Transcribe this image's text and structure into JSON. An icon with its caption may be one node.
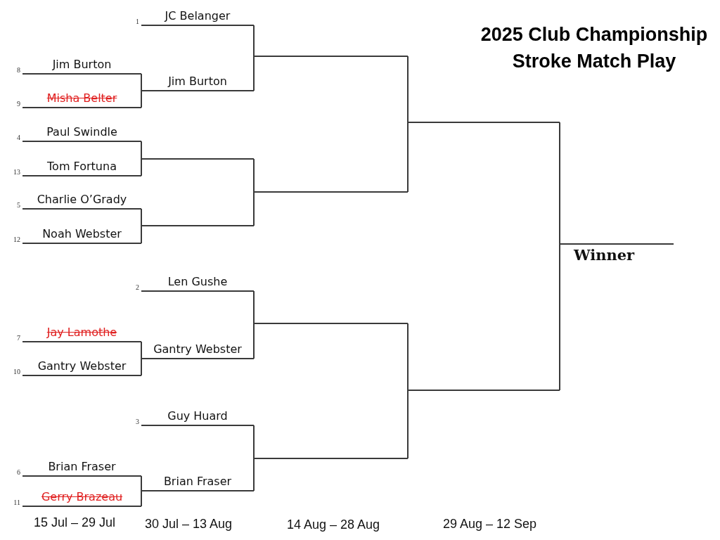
{
  "diagram": {
    "title": "2025 Club Championship Stroke Match Play",
    "nodes": [
      {
        "text": [
          "Jim Burton"
        ],
        "beside": [
          "8"
        ]
      },
      {
        "text": [
          "Misha Belter"
        ],
        "beside": [
          "9"
        ]
      },
      {
        "text": [
          "Paul Swindle"
        ],
        "beside": [
          "4"
        ]
      },
      {
        "text": [
          "Tom Fortuna"
        ],
        "beside": [
          "13"
        ]
      },
      {
        "text": [
          "Charlie O’Grady"
        ],
        "beside": [
          "5"
        ]
      },
      {
        "text": [
          "Noah Webster"
        ],
        "beside": [
          "12"
        ]
      },
      {
        "text": [
          "Jay Lamothe"
        ],
        "beside": [
          "7"
        ]
      },
      {
        "text": [
          "Gantry Webster"
        ],
        "beside": [
          "10"
        ]
      },
      {
        "text": [
          "Brian Fraser"
        ],
        "beside": [
          "6"
        ]
      },
      {
        "text": [
          "Gerry Brazeau"
        ],
        "beside": [
          "11"
        ]
      },
      {
        "text": [
          "JC Belanger"
        ],
        "beside": [
          "1"
        ]
      },
      {
        "text": [
          "Jim Burton"
        ]
      },
      {
        "text": [],
        "shape": "line"
      },
      {
        "text": [],
        "shape": "line"
      },
      {
        "text": [
          "Len Gushe"
        ],
        "beside": [
          "2"
        ]
      },
      {
        "text": [
          "Gantry Webster"
        ]
      },
      {
        "text": [
          "Guy Huard"
        ],
        "beside": [
          "3"
        ]
      },
      {
        "text": [
          "Brian Fraser"
        ]
      },
      {
        "text": [],
        "shape": "line"
      },
      {
        "text": [],
        "shape": "line"
      },
      {
        "text": [],
        "shape": "line"
      },
      {
        "text": [],
        "shape": "line"
      },
      {
        "text": [],
        "shape": "line"
      },
      {
        "text": [],
        "shape": "line"
      },
      {
        "text": [
          "Winner"
        ]
      }
    ],
    "edges": [
      {
        "from": 0,
        "to": 11,
        "arrow": "none"
      },
      {
        "from": 1,
        "to": 11,
        "arrow": "none"
      },
      {
        "from": 2,
        "to": 12,
        "arrow": "none"
      },
      {
        "from": 3,
        "to": 12,
        "arrow": "none"
      },
      {
        "from": 4,
        "to": 13,
        "arrow": "none"
      },
      {
        "from": 5,
        "to": 13,
        "arrow": "none"
      },
      {
        "from": 6,
        "to": 15,
        "arrow": "none"
      },
      {
        "from": 7,
        "to": 15,
        "arrow": "none"
      },
      {
        "from": 8,
        "to": 17,
        "arrow": "none"
      },
      {
        "from": 9,
        "to": 17,
        "arrow": "none"
      },
      {
        "from": 10,
        "to": 18,
        "arrow": "none"
      },
      {
        "from": 11,
        "to": 18,
        "arrow": "none"
      },
      {
        "from": 12,
        "to": 19,
        "arrow": "none"
      },
      {
        "from": 13,
        "to": 19,
        "arrow": "none"
      },
      {
        "from": 14,
        "to": 20,
        "arrow": "none"
      },
      {
        "from": 15,
        "to": 20,
        "arrow": "none"
      },
      {
        "from": 16,
        "to": 21,
        "arrow": "none"
      },
      {
        "from": 17,
        "to": 21,
        "arrow": "none"
      },
      {
        "from": 18,
        "to": 22,
        "arrow": "none"
      },
      {
        "from": 19,
        "to": 22,
        "arrow": "none"
      },
      {
        "from": 20,
        "to": 23,
        "arrow": "none"
      },
      {
        "from": 21,
        "to": 23,
        "arrow": "none"
      },
      {
        "from": 22,
        "to": 24,
        "arrow": "none"
      },
      {
        "from": 23,
        "to": 24,
        "arrow": "none"
      }
    ],
    "labels": [
      "15 Jul – 29 Jul",
      "30 Jul – 13 Aug",
      "14 Aug – 28 Aug",
      "29 Aug – 12 Sep"
    ]
  }
}
